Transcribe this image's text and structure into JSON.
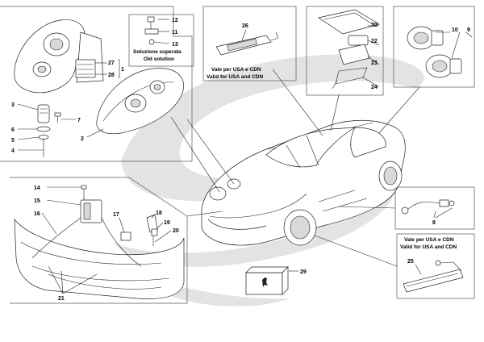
{
  "callouts": {
    "c1": "1",
    "c2": "2",
    "c3": "3",
    "c4": "4",
    "c5": "5",
    "c6": "6",
    "c7": "7",
    "c8": "8",
    "c9": "9",
    "c10": "10",
    "c11": "11",
    "c12": "12",
    "c13": "13",
    "c14": "14",
    "c15": "15",
    "c16": "16",
    "c17": "17",
    "c18": "18",
    "c19": "19",
    "c20": "20",
    "c21": "21",
    "c22": "22",
    "c23": "23",
    "c24": "24",
    "c25": "25",
    "c26": "26",
    "c27": "27",
    "c28": "28",
    "c29": "29",
    "c30": "30"
  },
  "notes": {
    "old_solution_it": "Soluzione superata",
    "old_solution_en": "Old solution",
    "usa_cdn_top_it": "Vale per USA e CDN",
    "usa_cdn_top_en": "Valid for USA and CDN",
    "usa_cdn_right_it": "Vale per USA e CDN",
    "usa_cdn_right_en": "Valid for USA and CDN"
  },
  "colors": {
    "watermark": "#e3e3e3",
    "line": "#222222",
    "part_fill": "#ffffff",
    "shade": "#d9d9d9"
  },
  "icons": {
    "watermark": "ferrari-s-watermark-icon",
    "prancing_horse": "prancing-horse-icon"
  }
}
